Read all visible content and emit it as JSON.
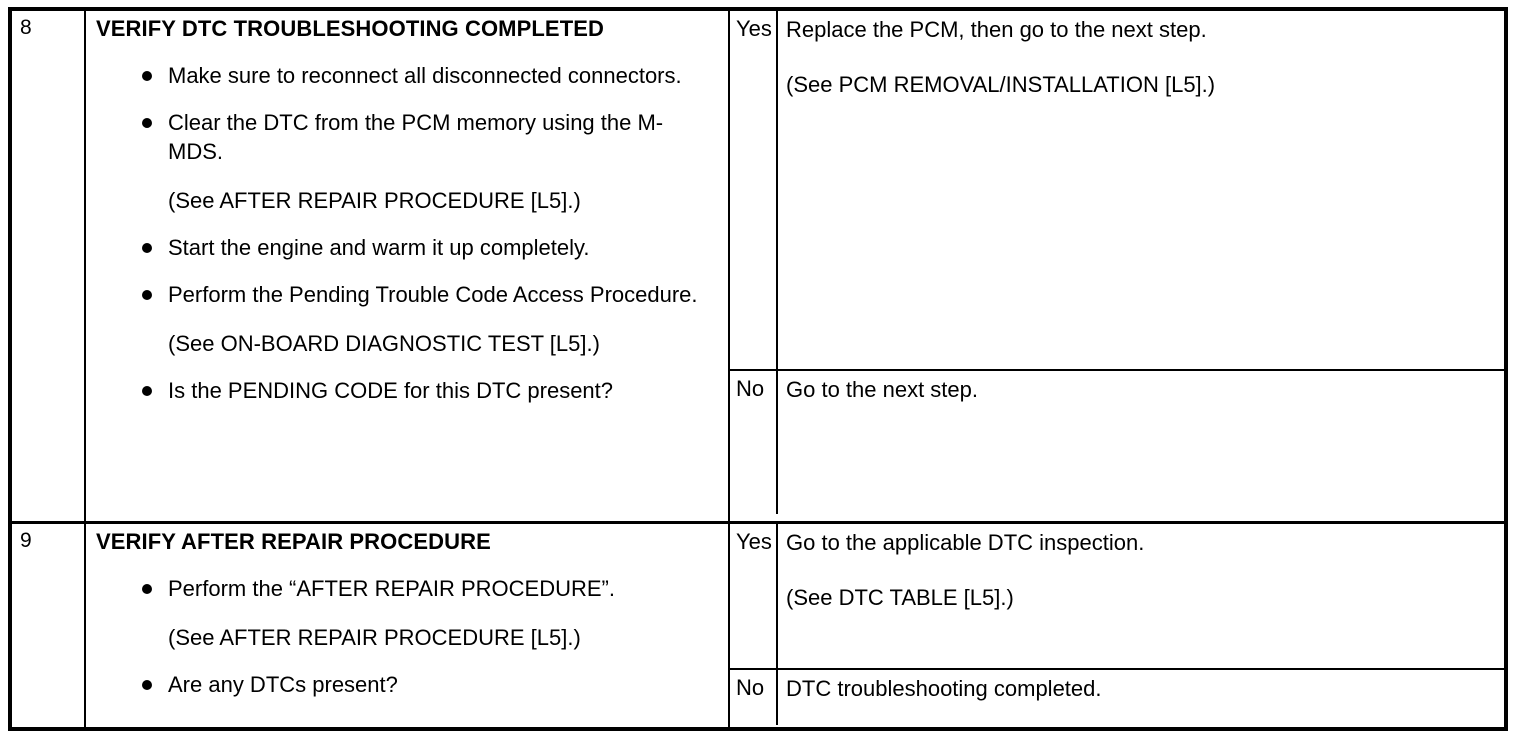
{
  "table": {
    "rows": [
      {
        "number": "8",
        "title": "VERIFY DTC TROUBLESHOOTING COMPLETED",
        "items": [
          {
            "kind": "bullet",
            "text": "Make sure to reconnect all disconnected connectors."
          },
          {
            "kind": "bullet",
            "text": "Clear the DTC from the PCM memory using the M-MDS."
          },
          {
            "kind": "note",
            "text": "(See AFTER REPAIR PROCEDURE [L5].)"
          },
          {
            "kind": "bullet",
            "text": "Start the engine and warm it up completely."
          },
          {
            "kind": "bullet",
            "text": "Perform the Pending Trouble Code Access Procedure."
          },
          {
            "kind": "note",
            "text": "(See ON-BOARD DIAGNOSTIC TEST [L5].)"
          },
          {
            "kind": "bullet",
            "text": "Is the PENDING CODE for this DTC present?"
          }
        ],
        "answers": {
          "yes": {
            "label": "Yes",
            "line1": "Replace the PCM, then go to the next step.",
            "line2": "(See PCM REMOVAL/INSTALLATION [L5].)"
          },
          "no": {
            "label": "No",
            "line1": "Go to the next step.",
            "line2": ""
          }
        }
      },
      {
        "number": "9",
        "title": "VERIFY AFTER REPAIR PROCEDURE",
        "items": [
          {
            "kind": "bullet",
            "text": "Perform the “AFTER REPAIR PROCEDURE”."
          },
          {
            "kind": "note",
            "text": "(See AFTER REPAIR PROCEDURE [L5].)"
          },
          {
            "kind": "bullet",
            "text": "Are any DTCs present?"
          }
        ],
        "answers": {
          "yes": {
            "label": "Yes",
            "line1": "Go to the applicable DTC inspection.",
            "line2": "(See DTC TABLE [L5].)"
          },
          "no": {
            "label": "No",
            "line1": "DTC troubleshooting completed.",
            "line2": ""
          }
        }
      }
    ]
  }
}
